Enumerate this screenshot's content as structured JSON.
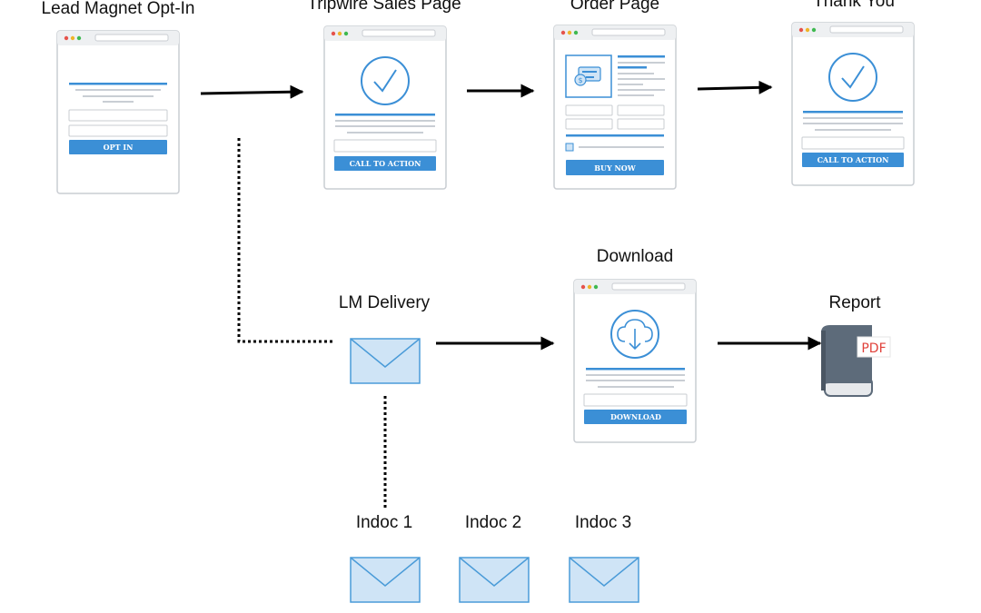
{
  "steps": {
    "optin": {
      "label": "Lead Magnet Opt-In",
      "button": "OPT IN"
    },
    "tripwire": {
      "label": "Tripwire Sales Page",
      "button": "CALL TO ACTION"
    },
    "order": {
      "label": "Order Page",
      "button": "BUY NOW"
    },
    "thankyou": {
      "label": "Thank You",
      "button": "CALL TO ACTION"
    },
    "download": {
      "label": "Download",
      "button": "DOWNLOAD"
    },
    "lm_delivery": {
      "label": "LM Delivery"
    },
    "report": {
      "label": "Report",
      "badge": "PDF"
    },
    "indoc1": {
      "label": "Indoc 1"
    },
    "indoc2": {
      "label": "Indoc 2"
    },
    "indoc3": {
      "label": "Indoc 3"
    }
  },
  "colors": {
    "accent": "#3b8fd6",
    "envelope_fill": "#cfe4f6",
    "envelope_stroke": "#4a9bd8",
    "window_border": "#c9cdd2",
    "book": "#5d6b7a",
    "pdf_red": "#e0413a"
  },
  "icons": [
    "check-circle-icon",
    "payment-card-icon",
    "cloud-download-icon",
    "envelope-icon",
    "book-icon"
  ]
}
